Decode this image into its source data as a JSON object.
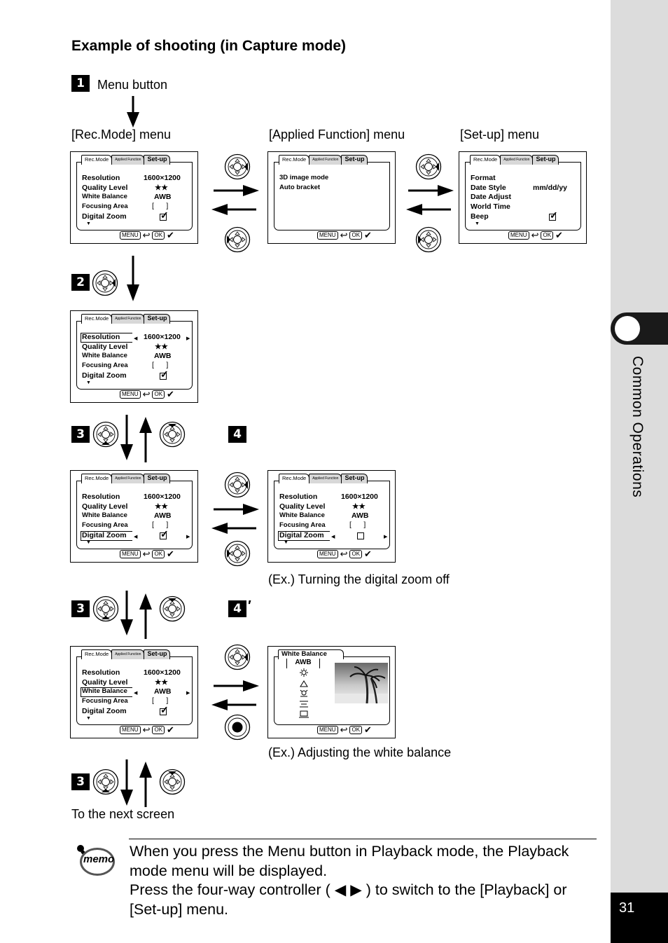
{
  "heading": "Example of shooting (in Capture mode)",
  "steps": {
    "s1": "1",
    "s2": "2",
    "s3": "3",
    "s4": "4",
    "prime": "′"
  },
  "labels": {
    "menu_button": "Menu button",
    "rec_mode_menu": "[Rec.Mode] menu",
    "applied_menu": "[Applied Function] menu",
    "setup_menu": "[Set-up] menu",
    "digital_zoom_off": "(Ex.) Turning the digital zoom off",
    "white_balance_ex": "(Ex.) Adjusting the white balance",
    "next_screen": "To the next screen"
  },
  "tabs": {
    "rec": "Rec.Mode",
    "applied": "Applied Function",
    "setup": "Set-up"
  },
  "rec_menu": {
    "items": [
      "Resolution",
      "Quality Level",
      "White Balance",
      "Focusing Area",
      "Digital Zoom"
    ],
    "values": [
      "1600×1200",
      "★★",
      "AWB"
    ]
  },
  "applied_menu": {
    "items": [
      "3D image mode",
      "Auto bracket"
    ]
  },
  "setup_menu": {
    "items": [
      "Format",
      "Date Style",
      "Date Adjust",
      "World Time",
      "Beep"
    ],
    "date_style_value": "mm/dd/yy"
  },
  "footer": {
    "menu": "MENU",
    "ok": "OK"
  },
  "white_balance_screen": {
    "title": "White Balance",
    "selected": "AWB"
  },
  "sidebar": {
    "section": "Common Operations",
    "page_number": "31"
  },
  "memo": {
    "icon_label": "memo",
    "lines": [
      "When you press the Menu button in Playback mode, the Playback",
      "mode menu will be displayed.",
      "Press the four-way controller ( ◀ ▶ ) to switch to the [Playback] or",
      "[Set-up] menu."
    ]
  }
}
